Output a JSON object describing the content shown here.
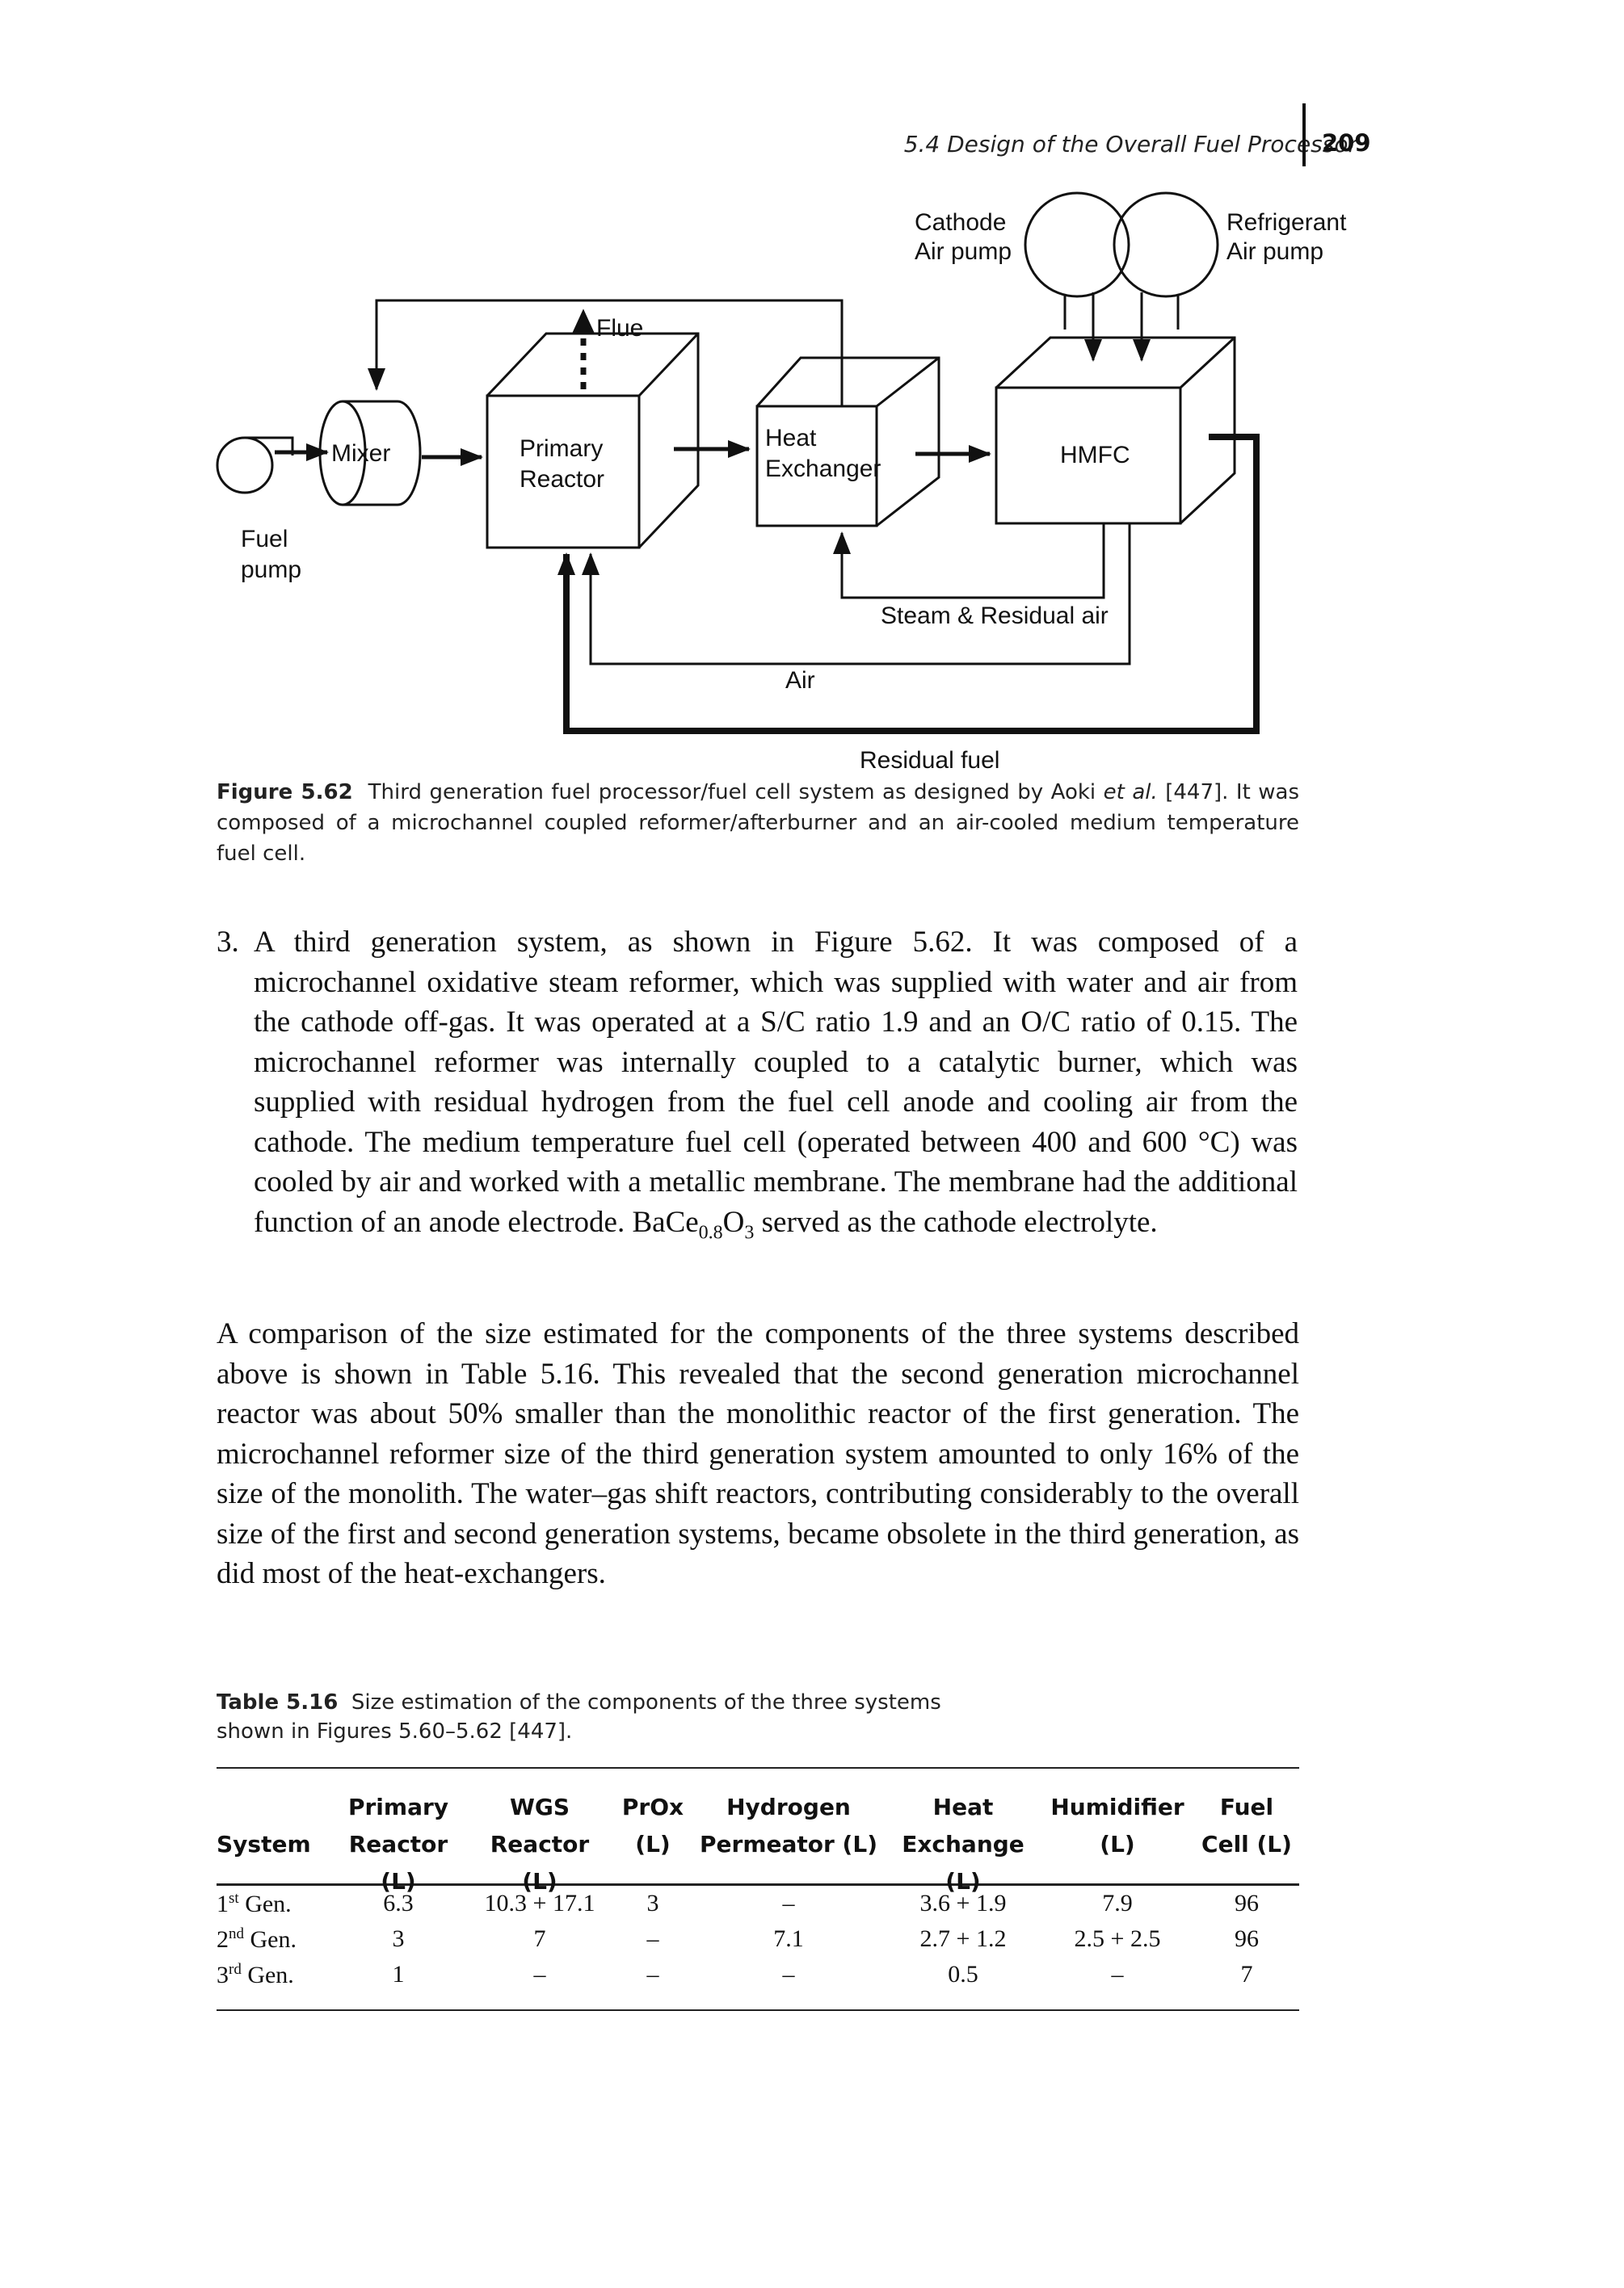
{
  "header": {
    "running_title": "5.4 Design of the Overall Fuel Processor",
    "page_number": "209"
  },
  "figure": {
    "labels": {
      "cathode_pump_line1": "Cathode",
      "cathode_pump_line2": "Air pump",
      "refrigerant_pump_line1": "Refrigerant",
      "refrigerant_pump_line2": "Air pump",
      "flue": "Flue",
      "mixer": "Mixer",
      "primary_reactor_line1": "Primary",
      "primary_reactor_line2": "Reactor",
      "heat_exchanger_line1": "Heat",
      "heat_exchanger_line2": "Exchanger",
      "hmfc": "HMFC",
      "fuel_pump_line1": "Fuel",
      "fuel_pump_line2": "pump",
      "steam_residual_air": "Steam & Residual air",
      "air": "Air",
      "residual_fuel": "Residual fuel"
    },
    "caption": {
      "label": "Figure 5.62",
      "text_before": "Third generation fuel processor/fuel cell system as designed by Aoki ",
      "et_al": "et al.",
      "text_after": " [447]. It was composed of a microchannel coupled reformer/afterburner and an air-cooled medium temperature fuel cell."
    }
  },
  "list_item": {
    "number": "3.",
    "text_before_formula": "A third generation system, as shown in Figure 5.62. It was composed of a microchannel oxidative steam reformer, which was supplied with water and air from the cathode off-gas. It was operated at a S/C ratio 1.9 and an O/C ratio of 0.15. The microchannel reformer was internally coupled to a catalytic burner, which was supplied with residual hydrogen from the fuel cell anode and cooling air from the cathode. The medium temperature fuel cell (operated between 400 and 600 °C) was cooled by air and worked with a metallic membrane. The membrane had the additional function of an anode electrode. ",
    "formula_base": "BaCe",
    "formula_sub1": "0.8",
    "formula_mid": "O",
    "formula_sub2": "3",
    "text_after_formula": " served as the cathode electrolyte."
  },
  "paragraph": "A comparison of the size estimated for the components of the three systems described above is shown in Table 5.16. This revealed that the second generation microchannel reactor was about 50% smaller than the monolithic reactor of the first generation. The microchannel reformer size of the third generation system amounted to only 16% of the size of the monolith. The water–gas shift reactors, contributing considerably to the overall size of the first and second generation systems, became obsolete in the third generation, as did most of the heat-exchangers.",
  "table": {
    "caption_label": "Table 5.16",
    "caption_text": "Size estimation of the components of the three systems shown in Figures 5.60–5.62 [447].",
    "columns": [
      [
        "",
        "System"
      ],
      [
        "Primary",
        "Reactor (L)"
      ],
      [
        "WGS",
        "Reactor (L)"
      ],
      [
        "PrOx",
        "(L)"
      ],
      [
        "Hydrogen",
        "Permeator (L)"
      ],
      [
        "Heat",
        "Exchange (L)"
      ],
      [
        "Humidifier",
        "(L)"
      ],
      [
        "Fuel",
        "Cell (L)"
      ]
    ],
    "rows": [
      {
        "num": "1",
        "sup": "st",
        "label": " Gen.",
        "cells": [
          "6.3",
          "10.3 + 17.1",
          "3",
          "–",
          "3.6 + 1.9",
          "7.9",
          "96"
        ]
      },
      {
        "num": "2",
        "sup": "nd",
        "label": " Gen.",
        "cells": [
          "3",
          "7",
          "–",
          "7.1",
          "2.7 + 1.2",
          "2.5 + 2.5",
          "96"
        ]
      },
      {
        "num": "3",
        "sup": "rd",
        "label": " Gen.",
        "cells": [
          "1",
          "–",
          "–",
          "–",
          "0.5",
          "–",
          "7"
        ]
      }
    ]
  }
}
